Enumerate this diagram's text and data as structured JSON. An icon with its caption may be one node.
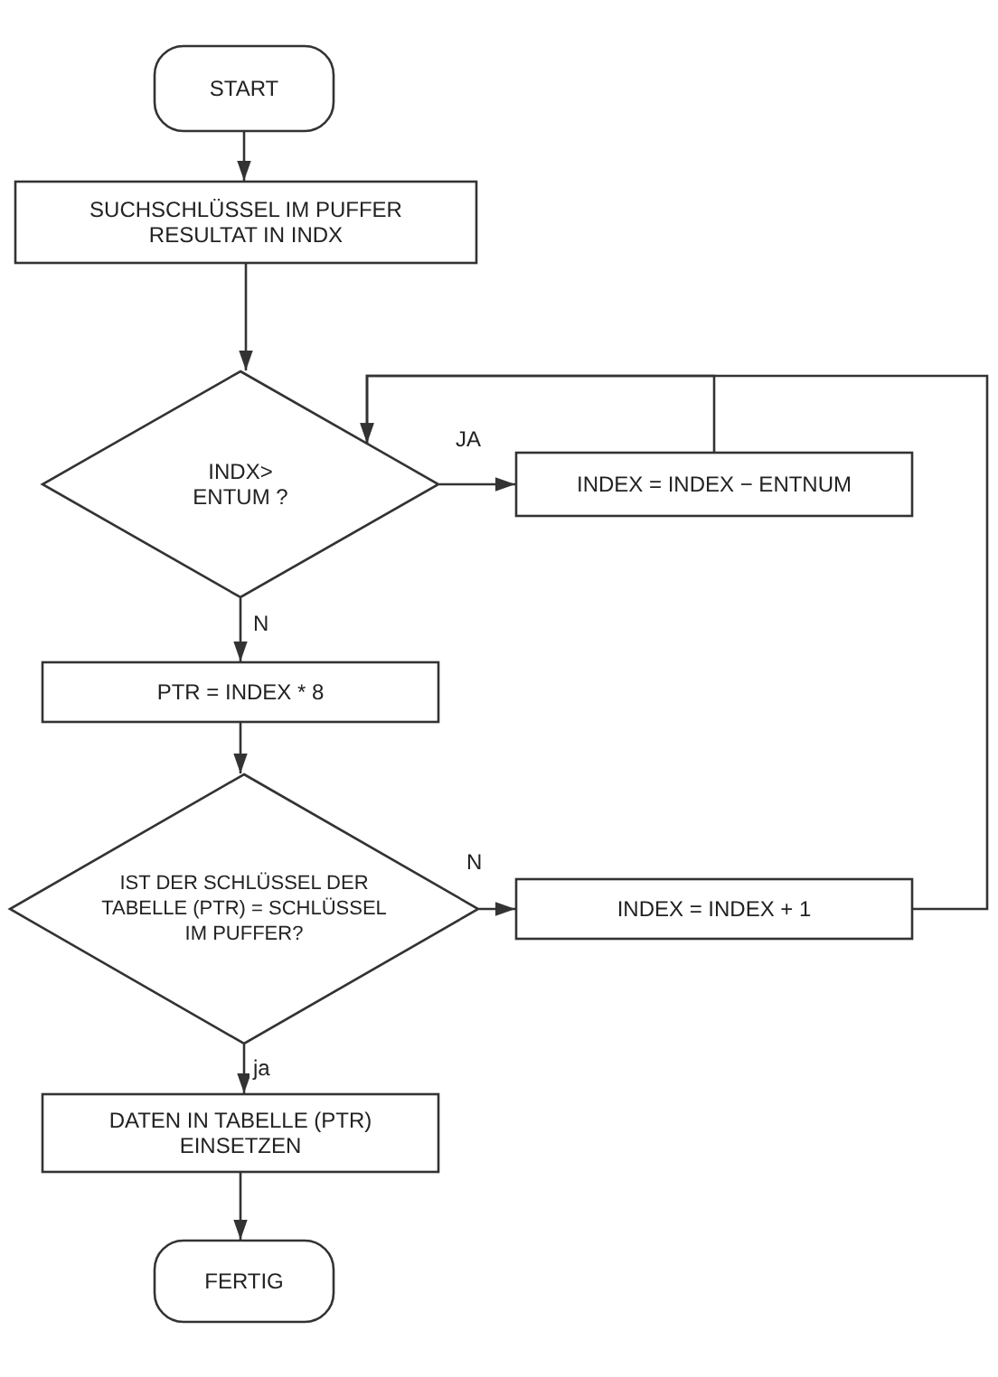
{
  "diagram": {
    "nodes": [
      {
        "text": [
          "START"
        ]
      },
      {
        "text": [
          "SUCHSCHLÜSSEL IM PUFFER RESULTAT IN INDX"
        ]
      },
      {
        "text": [
          "INDX> ENTUM ?"
        ]
      },
      {
        "text": [
          "INDEX = INDEX − ENTNUM"
        ]
      },
      {
        "text": [
          "PTR = INDEX * 8"
        ]
      },
      {
        "text": [
          "IST DER SCHLÜSSEL DER TABELLE (PTR) = SCHLÜSSEL IM PUFFER?"
        ]
      },
      {
        "text": [
          "INDEX = INDEX + 1"
        ]
      },
      {
        "text": [
          "DATEN IN TABELLE (PTR) EINSETZEN"
        ]
      },
      {
        "text": [
          "FERTIG"
        ]
      }
    ],
    "edges": [
      {
        "from": 0,
        "to": 1,
        "arrow": "to"
      },
      {
        "from": 1,
        "to": 2,
        "arrow": "to"
      },
      {
        "from": 2,
        "to": 3,
        "arrow": "to",
        "label": "JA"
      },
      {
        "from": 2,
        "to": 4,
        "arrow": "to",
        "label": "N"
      },
      {
        "from": 3,
        "to": 2,
        "arrow": "to"
      },
      {
        "from": 4,
        "to": 5,
        "arrow": "to"
      },
      {
        "from": 5,
        "to": 6,
        "arrow": "to",
        "label": "N"
      },
      {
        "from": 5,
        "to": 7,
        "arrow": "to",
        "label": "ja"
      },
      {
        "from": 6,
        "to": 2,
        "arrow": "to"
      },
      {
        "from": 7,
        "to": 8,
        "arrow": "to"
      }
    ]
  }
}
